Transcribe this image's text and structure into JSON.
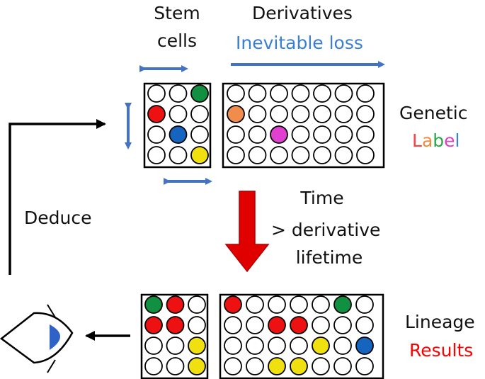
{
  "labels": {
    "stem_line1": "Stem",
    "stem_line2": "cells",
    "derivatives": "Derivatives",
    "inevitable_loss": "Inevitable loss",
    "genetic": "Genetic",
    "label_letters": [
      "L",
      "a",
      "b",
      "e",
      "l"
    ],
    "time_line1": "Time",
    "time_line2": "> derivative",
    "time_line3": "lifetime",
    "deduce": "Deduce",
    "lineage": "Lineage",
    "results": "Results"
  },
  "colors": {
    "blue_accent": "#4472c4",
    "red_arrow": "#e00000",
    "results_red": "#ff0000",
    "label_letter_colors": [
      "#ff4040",
      "#f08a3c",
      "#22aa44",
      "#e040c0",
      "#3a7fd6"
    ],
    "empty": "#ffffff",
    "red": "#ee1111",
    "green": "#109040",
    "blue": "#1565c0",
    "yellow": "#f0e010",
    "orange": "#f08c4c",
    "magenta": "#e040d0"
  },
  "grids": {
    "top_stem": [
      [
        "empty",
        "empty",
        "green"
      ],
      [
        "red",
        "empty",
        "empty"
      ],
      [
        "empty",
        "blue",
        "empty"
      ],
      [
        "empty",
        "empty",
        "yellow"
      ]
    ],
    "top_deriv": [
      [
        "empty",
        "empty",
        "empty",
        "empty",
        "empty",
        "empty",
        "empty"
      ],
      [
        "orange",
        "empty",
        "empty",
        "empty",
        "empty",
        "empty",
        "empty"
      ],
      [
        "empty",
        "empty",
        "magenta",
        "empty",
        "empty",
        "empty",
        "empty"
      ],
      [
        "empty",
        "empty",
        "empty",
        "empty",
        "empty",
        "empty",
        "empty"
      ]
    ],
    "bottom_stem": [
      [
        "green",
        "red",
        "empty"
      ],
      [
        "red",
        "red",
        "empty"
      ],
      [
        "empty",
        "empty",
        "yellow"
      ],
      [
        "empty",
        "empty",
        "yellow"
      ]
    ],
    "bottom_deriv": [
      [
        "red",
        "empty",
        "empty",
        "empty",
        "empty",
        "green",
        "empty"
      ],
      [
        "empty",
        "empty",
        "red",
        "red",
        "empty",
        "empty",
        "empty"
      ],
      [
        "empty",
        "empty",
        "empty",
        "empty",
        "yellow",
        "empty",
        "blue"
      ],
      [
        "empty",
        "empty",
        "yellow",
        "yellow",
        "empty",
        "empty",
        "empty"
      ]
    ]
  }
}
